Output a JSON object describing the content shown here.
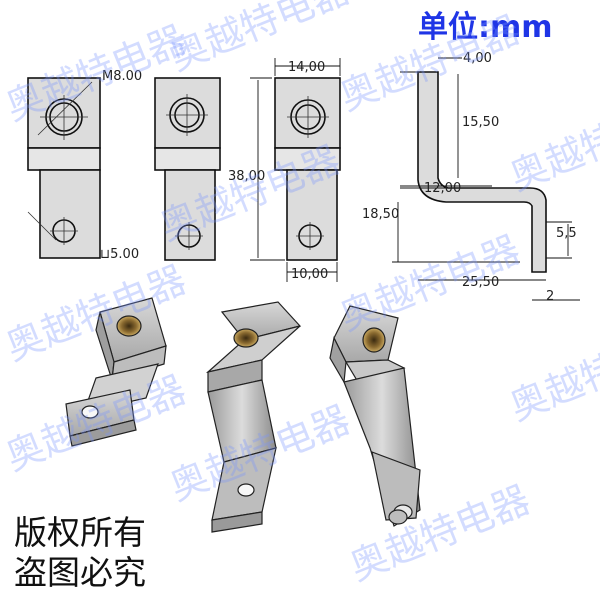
{
  "unit_label": "单位:mm",
  "dimensions": {
    "thread": "M8.00",
    "hole": "⊔5.00",
    "width_top": "14,00",
    "height_total": "38,00",
    "width_bottom": "10,00",
    "thickness": "4,00",
    "upper_height": "15,50",
    "offset": "12,00",
    "lower_height": "18,50",
    "tab_height": "5,5",
    "depth": "25,50",
    "plate": "2"
  },
  "copyright": {
    "line1": "版权所有",
    "line2": "盗图必究"
  },
  "watermark_text": "奥越特电器"
}
